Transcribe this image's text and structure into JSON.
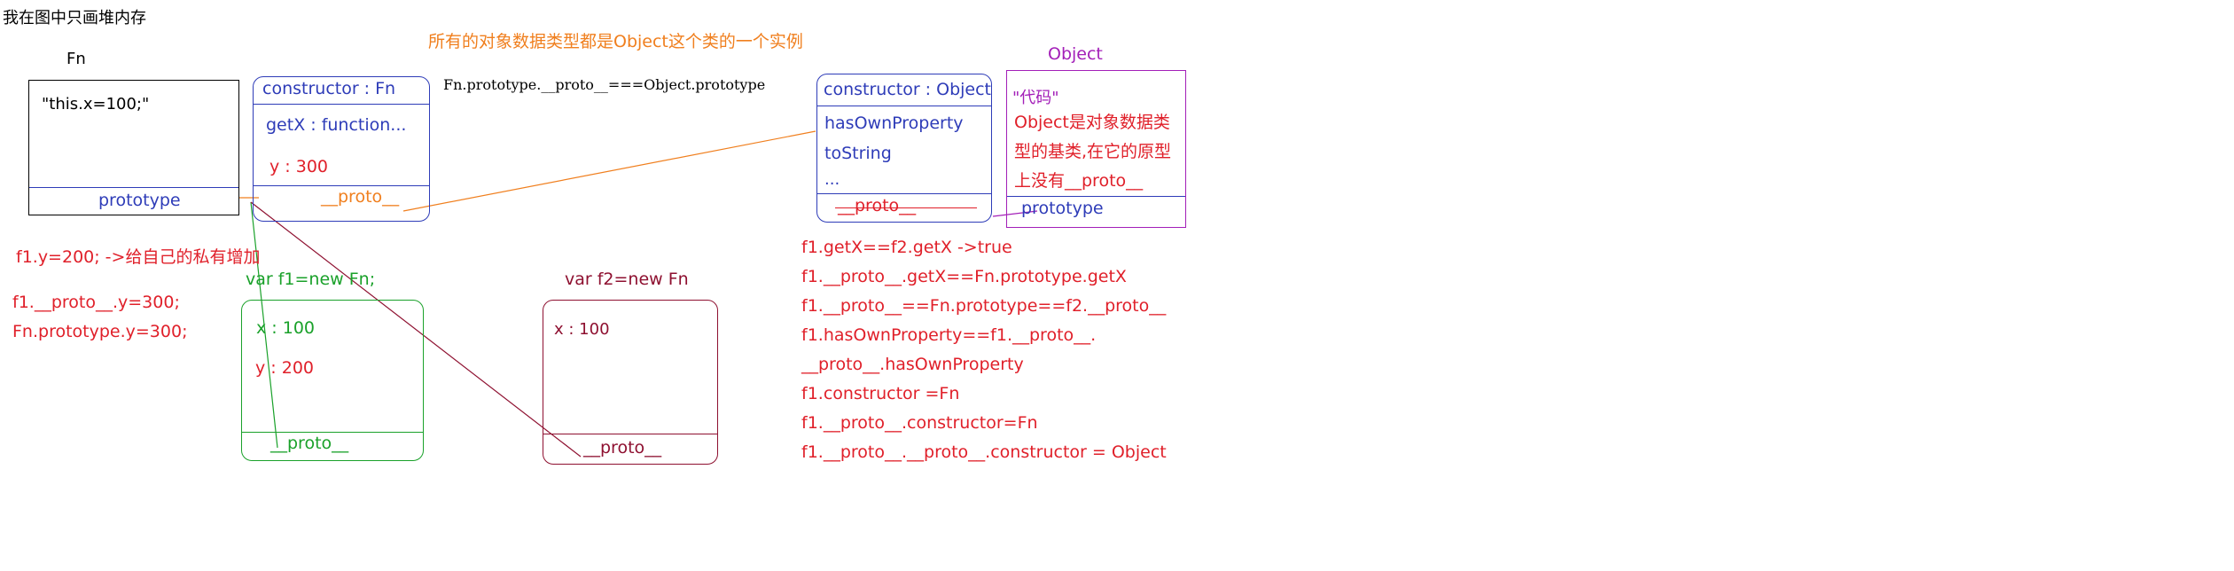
{
  "heading": "我在图中只画堆内存",
  "top_note": "所有的对象数据类型都是Object这个类的一个实例",
  "fn_chain_label": "Fn.prototype.__proto__===Object.prototype",
  "fn_box": {
    "title": "Fn",
    "code": "\"this.x=100;\"",
    "prototype": "prototype"
  },
  "fn_prototype_box": {
    "constructor": "constructor : Fn",
    "getx": "getX : function...",
    "y": "y : 300",
    "proto": "__proto__"
  },
  "object_prototype_box": {
    "constructor": "constructor : Object",
    "has_own": "hasOwnProperty",
    "to_string": "toString",
    "ellipsis": "...",
    "proto": "__proto__"
  },
  "object_box": {
    "title": "Object",
    "code": "\"代码\"",
    "desc_1": "Object是对象数据类",
    "desc_2": "型的基类,在它的原型",
    "desc_3": "上没有__proto__",
    "prototype": "prototype"
  },
  "f1_box": {
    "title": "var f1=new Fn;",
    "x": "x  : 100",
    "y": "y : 200",
    "proto": "__proto__"
  },
  "f2_box": {
    "title": "var f2=new Fn",
    "x": "x : 100",
    "proto": "__proto__"
  },
  "left_notes": [
    "f1.y=200;  ->给自己的私有增加",
    "f1.__proto__.y=300;",
    "Fn.prototype.y=300;"
  ],
  "right_notes": [
    "f1.getX==f2.getX ->true",
    "f1.__proto__.getX==Fn.prototype.getX",
    "f1.__proto__==Fn.prototype==f2.__proto__",
    "f1.hasOwnProperty==f1.__proto__.",
    "__proto__.hasOwnProperty",
    "f1.constructor =Fn",
    "f1.__proto__.constructor=Fn",
    "f1.__proto__.__proto__.constructor = Object"
  ],
  "colors": {
    "black": "#000000",
    "blue": "#2e3cb8",
    "orange": "#f07f1e",
    "purple": "#a31fb8",
    "red": "#e0202a",
    "green": "#1aa12a",
    "maroon": "#8e1030"
  }
}
